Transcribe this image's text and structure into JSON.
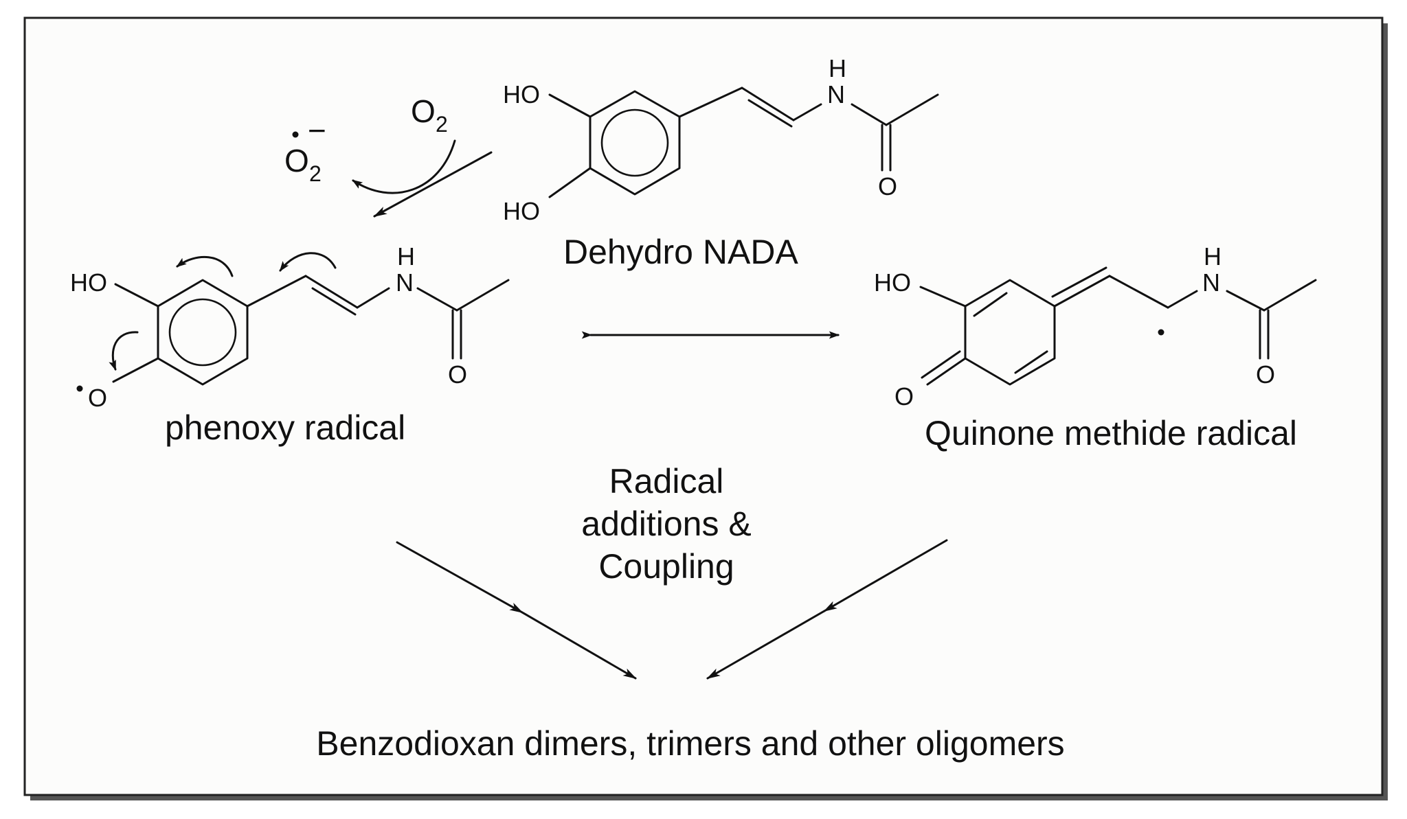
{
  "colors": {
    "frame_fill": "#fcfcfb",
    "frame_border": "#222222",
    "shadow": "#555555",
    "ink": "#111111"
  },
  "reagents": {
    "o2": "O",
    "o2_sub": "2",
    "superoxide": "O",
    "superoxide_sub": "2",
    "superoxide_charge": "−"
  },
  "molecules": {
    "dehydro_nada": {
      "name": "Dehydro NADA",
      "ho_top": "HO",
      "ho_bottom": "HO",
      "nh_h": "H",
      "nh_n": "N",
      "carbonyl_o": "O"
    },
    "phenoxy": {
      "name": "phenoxy radical",
      "ho": "HO",
      "radical_o": "O",
      "nh_h": "H",
      "nh_n": "N",
      "carbonyl_o": "O"
    },
    "quinone_methide": {
      "name": "Quinone methide radical",
      "ho": "HO",
      "keto_o": "O",
      "nh_h": "H",
      "nh_n": "N",
      "carbonyl_o": "O"
    }
  },
  "process": {
    "line1": "Radical",
    "line2": "additions &",
    "line3": "Coupling"
  },
  "product": "Benzodioxan dimers, trimers and other oligomers"
}
